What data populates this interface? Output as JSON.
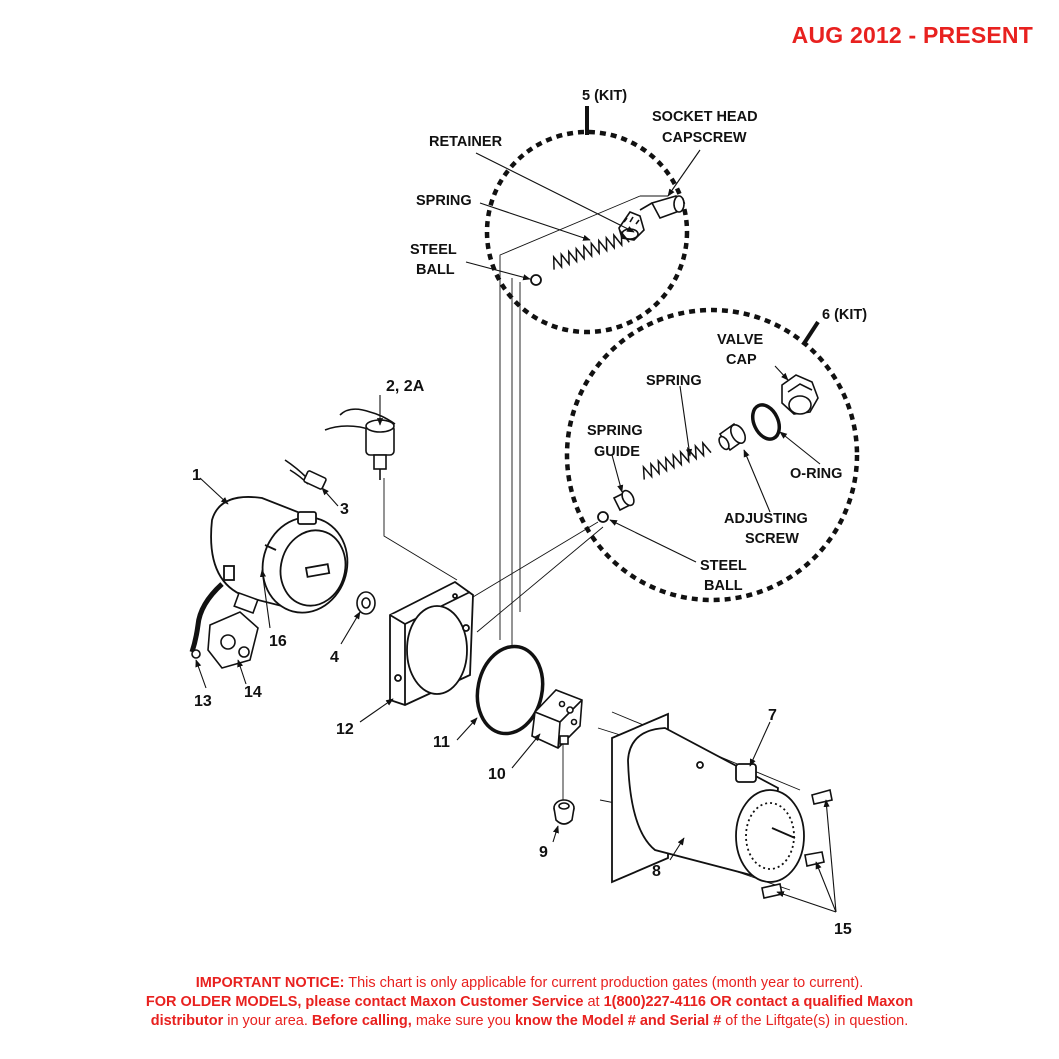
{
  "header": {
    "date_range": "AUG 2012 - PRESENT"
  },
  "callouts": {
    "kit5": "5 (KIT)",
    "kit6": "6 (KIT)",
    "retainer": "RETAINER",
    "socket_head_1": "SOCKET HEAD",
    "socket_head_2": "CAPSCREW",
    "spring_top": "SPRING",
    "steel_ball_top_1": "STEEL",
    "steel_ball_top_2": "BALL",
    "valve_cap_1": "VALVE",
    "valve_cap_2": "CAP",
    "spring_mid": "SPRING",
    "spring_guide_1": "SPRING",
    "spring_guide_2": "GUIDE",
    "o_ring": "O-RING",
    "adjusting_1": "ADJUSTING",
    "adjusting_2": "SCREW",
    "steel_ball_mid_1": "STEEL",
    "steel_ball_mid_2": "BALL",
    "p1": "1",
    "p2": "2, 2A",
    "p3": "3",
    "p4": "4",
    "p7": "7",
    "p8": "8",
    "p9": "9",
    "p10": "10",
    "p11": "11",
    "p12": "12",
    "p13": "13",
    "p14": "14",
    "p15": "15",
    "p16": "16"
  },
  "notice": {
    "l1_bold": "IMPORTANT NOTICE:",
    "l1_rest": " This chart is only applicable for current production gates (month year to current).",
    "l2_b1": "FOR OLDER MODELS, please contact Maxon Customer Service",
    "l2_n1": " at ",
    "l2_b2": "1(800)227-4116 OR contact a qualified Maxon",
    "l3_b1": "distributor",
    "l3_n1": " in your area. ",
    "l3_b2": "Before calling,",
    "l3_n2": " make sure you ",
    "l3_b3": "know the Model # and Serial #",
    "l3_n3": " of the Liftgate(s) in question."
  },
  "colors": {
    "notice_red": "#e8211f",
    "ink": "#111111"
  }
}
